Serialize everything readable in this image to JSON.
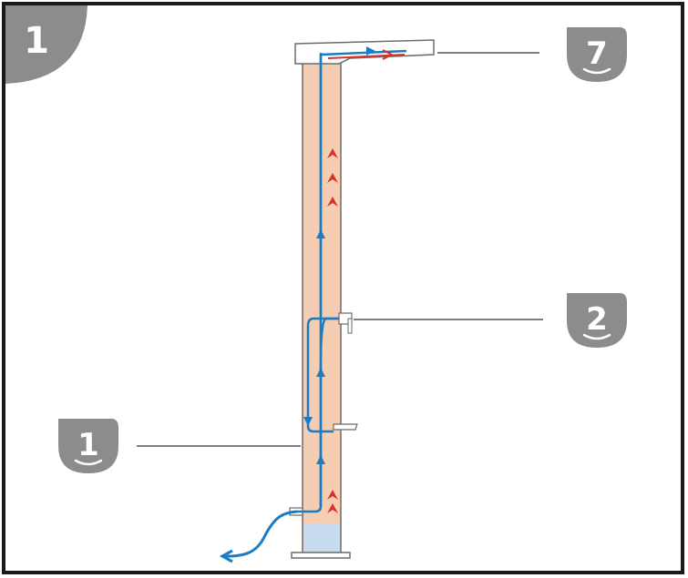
{
  "panel": {
    "number": "1"
  },
  "callouts": [
    {
      "id": "callout-7",
      "label": "7"
    },
    {
      "id": "callout-2",
      "label": "2"
    },
    {
      "id": "callout-1",
      "label": "1"
    }
  ],
  "colors": {
    "frame": "#1a1a1a",
    "badge": "#8c8c8c",
    "column_fill": "#f5cdb2",
    "column_stroke": "#6b6b6b",
    "water_cold": "#1a7cc4",
    "water_hot": "#d9302a",
    "base_water": "#c8dcf0",
    "leader": "#555555"
  }
}
